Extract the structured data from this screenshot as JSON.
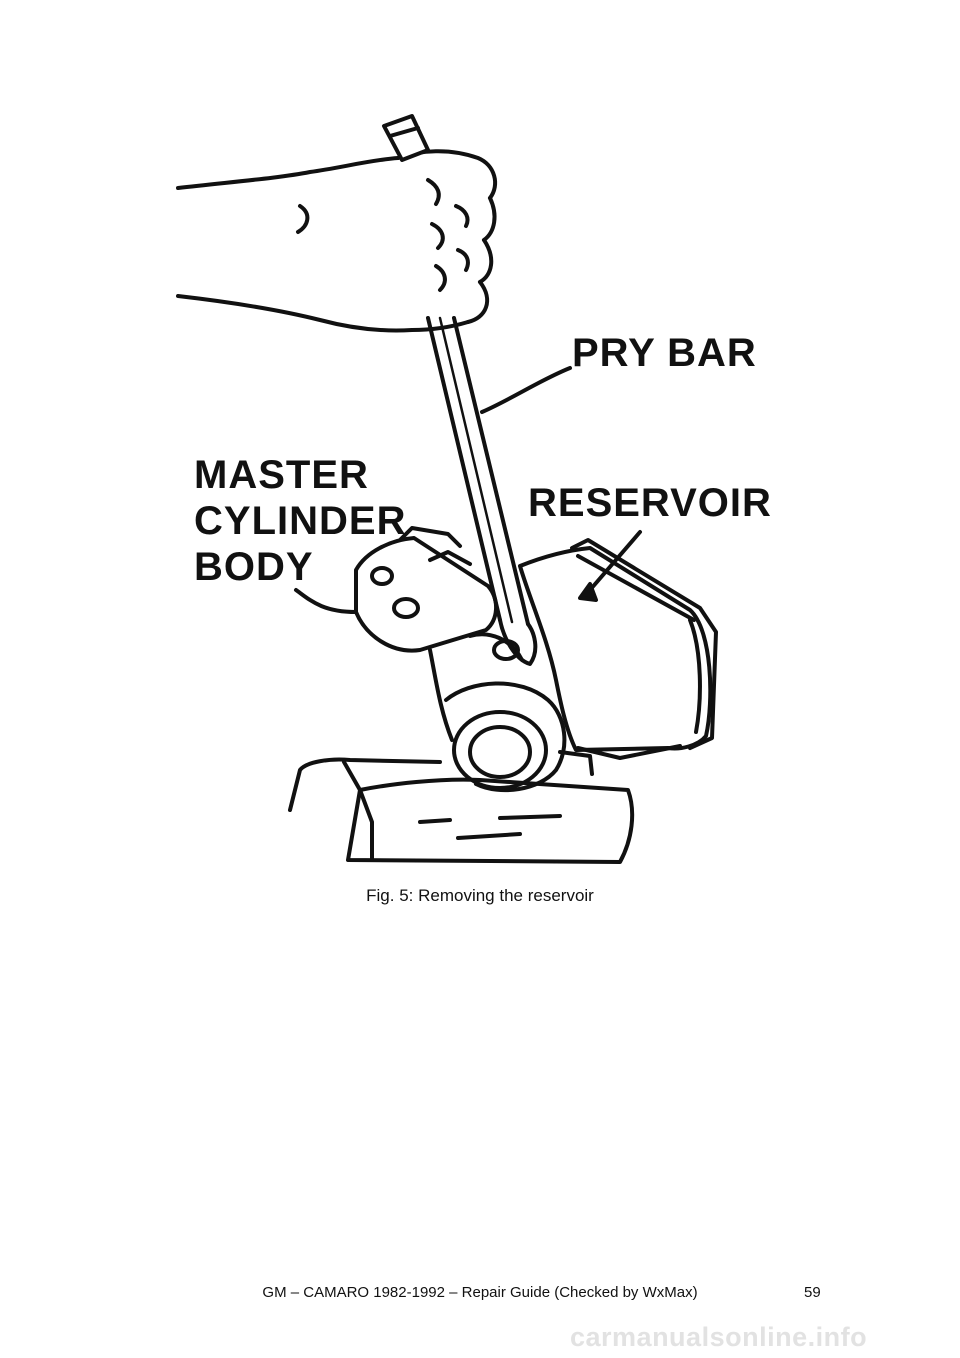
{
  "figure": {
    "labels": {
      "pry_bar": "PRY BAR",
      "master_line1": "MASTER",
      "master_line2": "CYLINDER",
      "master_line3": "BODY",
      "reservoir": "RESERVOIR"
    },
    "caption": "Fig. 5: Removing the reservoir"
  },
  "footer": {
    "title": "GM – CAMARO 1982-1992 – Repair Guide (Checked by WxMax)",
    "page": "59"
  },
  "watermark": "carmanualsonline.info"
}
